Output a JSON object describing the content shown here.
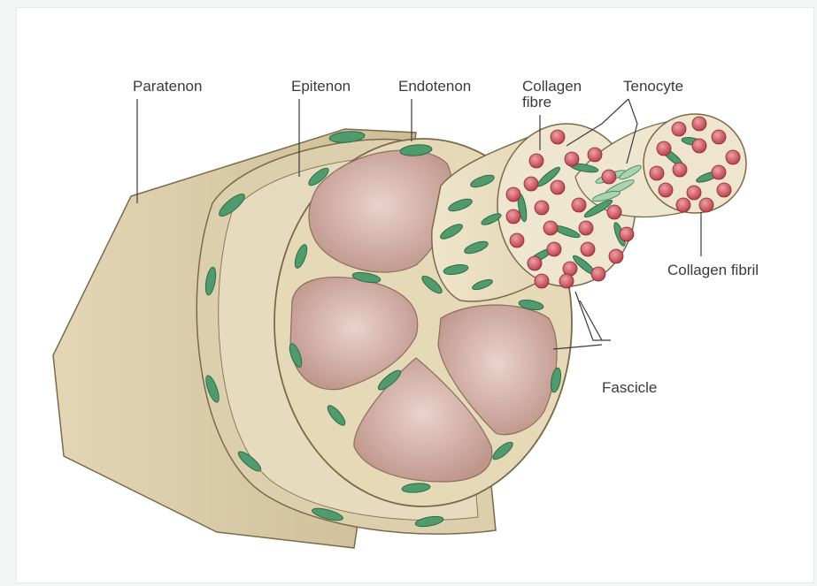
{
  "labels": {
    "paratenon": "Paratenon",
    "epitenon": "Epitenon",
    "endotenon": "Endotenon",
    "collagen_fibre_line1": "Collagen",
    "collagen_fibre_line2": "fibre",
    "tenocyte": "Tenocyte",
    "collagen_fibril": "Collagen fibril",
    "fascicle": "Fascicle"
  },
  "colors": {
    "outer_sheath": "#d7c8a6",
    "inner_sheath": "#e4d8ba",
    "fascicle_fill": "#cfa9a0",
    "cell_green": "#4f9b6d",
    "fibril_red": "#c8474f",
    "outline": "#6b5a3c"
  }
}
